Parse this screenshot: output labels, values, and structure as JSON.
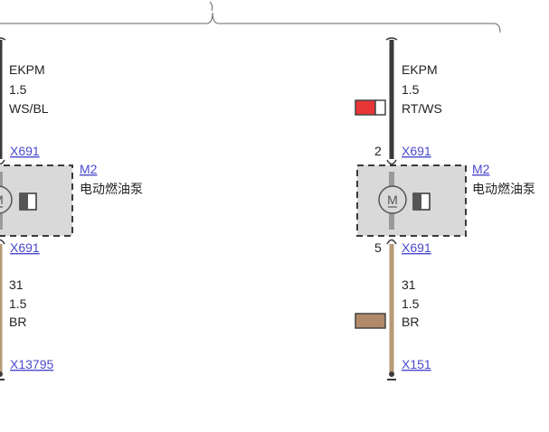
{
  "colors": {
    "wire_black": "#3b3b3b",
    "wire_brown": "#b89a78",
    "component_fill": "#d9d9d9",
    "link": "#4a4acb",
    "swatch_red": "#e83535",
    "swatch_brown": "#b08a68"
  },
  "icons": [
    "motor-symbol-icon",
    "connector-block-icon",
    "ground-terminal-icon"
  ],
  "left_circuit": {
    "top_wire": {
      "name": "EKPM",
      "gauge": "1.5",
      "color": "WS/BL"
    },
    "top_connector": "X691",
    "component": {
      "id": "M2",
      "name": "电动燃油泵"
    },
    "bottom_connector": "X691",
    "bottom_wire": {
      "name": "31",
      "gauge": "1.5",
      "color": "BR"
    },
    "ground": "X13795"
  },
  "right_circuit": {
    "top_wire": {
      "name": "EKPM",
      "gauge": "1.5",
      "color": "RT/WS"
    },
    "top_pin": "2",
    "top_connector": "X691",
    "component": {
      "id": "M2",
      "name": "电动燃油泵"
    },
    "bottom_pin": "5",
    "bottom_connector": "X691",
    "bottom_wire": {
      "name": "31",
      "gauge": "1.5",
      "color": "BR"
    },
    "ground": "X151"
  }
}
